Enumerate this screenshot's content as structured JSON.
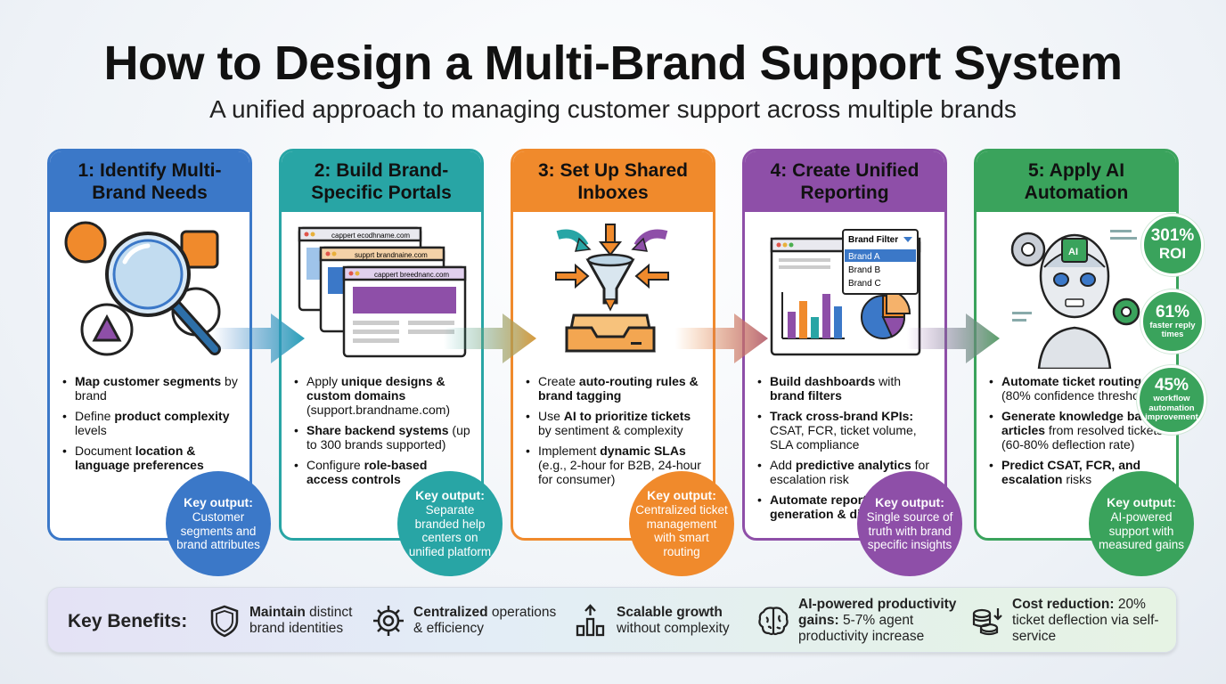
{
  "title": "How to Design a Multi-Brand Support System",
  "subtitle": "A unified approach to managing customer support across multiple brands",
  "steps": [
    {
      "title": "1: Identify Multi-Brand Needs",
      "color": "#3b78c8",
      "bullets": [
        {
          "parts": [
            {
              "t": "Map customer segments",
              "b": true
            },
            {
              "t": " by brand",
              "b": false
            }
          ]
        },
        {
          "parts": [
            {
              "t": "Define ",
              "b": false
            },
            {
              "t": "product complexity",
              "b": true
            },
            {
              "t": " levels",
              "b": false
            }
          ]
        },
        {
          "parts": [
            {
              "t": "Document ",
              "b": false
            },
            {
              "t": "location & language preferences",
              "b": true
            }
          ]
        }
      ],
      "output_label": "Key output:",
      "output_text": "Customer segments and brand attributes"
    },
    {
      "title": "2: Build Brand-Specific Portals",
      "color": "#28a5a5",
      "bullets": [
        {
          "parts": [
            {
              "t": "Apply ",
              "b": false
            },
            {
              "t": "unique designs & custom domains",
              "b": true
            },
            {
              "t": " (support.brandname.com)",
              "b": false
            }
          ]
        },
        {
          "parts": [
            {
              "t": "Share backend systems",
              "b": true
            },
            {
              "t": " (up to 300 brands supported)",
              "b": false
            }
          ]
        },
        {
          "parts": [
            {
              "t": "Configure ",
              "b": false
            },
            {
              "t": "role-based access controls",
              "b": true
            }
          ]
        }
      ],
      "output_label": "Key output:",
      "output_text": "Separate branded help centers on unified platform",
      "portal_urls": [
        "cappert ecodhname.com",
        "supprt brandnaine.com",
        "cappert breednanc.com"
      ]
    },
    {
      "title": "3: Set Up Shared Inboxes",
      "color": "#f08a2c",
      "bullets": [
        {
          "parts": [
            {
              "t": "Create ",
              "b": false
            },
            {
              "t": "auto-routing rules & brand tagging",
              "b": true
            }
          ]
        },
        {
          "parts": [
            {
              "t": "Use ",
              "b": false
            },
            {
              "t": "AI to prioritize tickets",
              "b": true
            },
            {
              "t": " by sentiment & complexity",
              "b": false
            }
          ]
        },
        {
          "parts": [
            {
              "t": "Implement ",
              "b": false
            },
            {
              "t": "dynamic SLAs",
              "b": true
            },
            {
              "t": " (e.g., 2-hour for B2B, 24-hour for consumer)",
              "b": false
            }
          ]
        }
      ],
      "output_label": "Key output:",
      "output_text": "Centralized ticket management with smart routing"
    },
    {
      "title": "4: Create Unified Reporting",
      "color": "#8e4fa8",
      "bullets": [
        {
          "parts": [
            {
              "t": "Build dashboards",
              "b": true
            },
            {
              "t": " with ",
              "b": false
            },
            {
              "t": "brand filters",
              "b": true
            }
          ]
        },
        {
          "parts": [
            {
              "t": "Track cross-brand KPIs:",
              "b": true
            },
            {
              "t": " CSAT, FCR, ticket volume, SLA compliance",
              "b": false
            }
          ]
        },
        {
          "parts": [
            {
              "t": "Add ",
              "b": false
            },
            {
              "t": "predictive analytics",
              "b": true
            },
            {
              "t": " for escalation risk",
              "b": false
            }
          ]
        },
        {
          "parts": [
            {
              "t": "Automate report generation & distribution",
              "b": true
            }
          ]
        }
      ],
      "output_label": "Key output:",
      "output_text": "Single source of truth with brand specific insights",
      "filter": {
        "label": "Brand Filter",
        "options": [
          "Brand A",
          "Brand B",
          "Brand C"
        ]
      }
    },
    {
      "title": "5: Apply AI Automation",
      "color": "#3aa35c",
      "bullets": [
        {
          "parts": [
            {
              "t": "Automate ticket routing",
              "b": true
            },
            {
              "t": " (80% confidence threshold)",
              "b": false
            }
          ]
        },
        {
          "parts": [
            {
              "t": "Generate knowledge base articles",
              "b": true
            },
            {
              "t": " from resolved tickets (60-80% deflection rate)",
              "b": false
            }
          ]
        },
        {
          "parts": [
            {
              "t": "Predict CSAT, FCR, and escalation",
              "b": true
            },
            {
              "t": " risks",
              "b": false
            }
          ]
        }
      ],
      "output_label": "Key output:",
      "output_text": "AI-powered support with measured gains",
      "ai_label": "AI",
      "stats": [
        {
          "value": "301%",
          "label": "ROI"
        },
        {
          "value": "61%",
          "label": "faster reply times"
        },
        {
          "value": "45%",
          "label": "workflow automation improvement"
        }
      ]
    }
  ],
  "benefits": {
    "label": "Key Benefits:",
    "items": [
      {
        "icon": "shield-icon",
        "parts": [
          {
            "t": "Maintain",
            "b": true
          },
          {
            "t": " distinct brand identities",
            "b": false
          }
        ]
      },
      {
        "icon": "gear-icon",
        "parts": [
          {
            "t": "Centralized",
            "b": true
          },
          {
            "t": " operations & efficiency",
            "b": false
          }
        ]
      },
      {
        "icon": "growth-chart-icon",
        "parts": [
          {
            "t": "Scalable growth",
            "b": true
          },
          {
            "t": " without complexity",
            "b": false
          }
        ]
      },
      {
        "icon": "brain-icon",
        "parts": [
          {
            "t": "AI-powered productivity gains:",
            "b": true
          },
          {
            "t": " 5-7% agent productivity increase",
            "b": false
          }
        ]
      },
      {
        "icon": "coins-icon",
        "parts": [
          {
            "t": "Cost reduction:",
            "b": true
          },
          {
            "t": " 20% ticket deflection via self-service",
            "b": false
          }
        ]
      }
    ]
  }
}
